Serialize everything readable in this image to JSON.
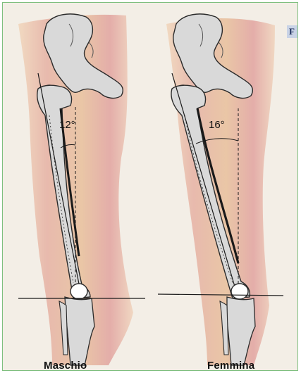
{
  "tab": {
    "label": "F"
  },
  "figures": [
    {
      "id": "male",
      "angle_label": "12°",
      "caption": "Maschio",
      "angle_deg": 12
    },
    {
      "id": "female",
      "angle_label": "16°",
      "caption": "Femmina",
      "angle_deg": 16
    }
  ],
  "colors": {
    "background": "#f3eee6",
    "thigh_pink": "#e8b3ae",
    "thigh_tan": "#e7c3a0",
    "bone": "#d9d9d9",
    "bone_outline": "#2b2b2b",
    "frame_border": "#7fbf7f"
  }
}
